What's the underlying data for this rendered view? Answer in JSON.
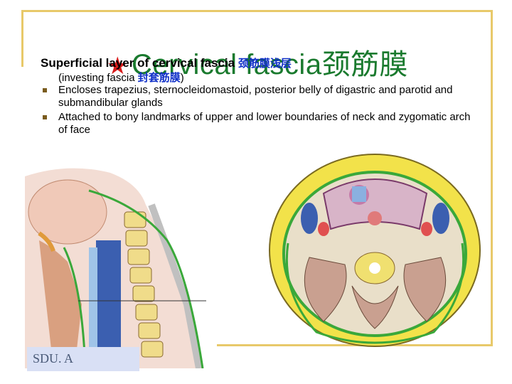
{
  "slide": {
    "title_main": "Cervical fascia",
    "title_cn": "颈筋膜",
    "star": "★",
    "subtitle_en": "Superficial layer of cervical fascia",
    "subtitle_cn": "颈筋膜浅层",
    "line2_en_open": "(investing fascia ",
    "line2_cn": "封套筋膜",
    "line2_close": ")",
    "bullets": [
      "Encloses trapezius, sternocleidomastoid, posterior belly of digastric and parotid and submandibular glands",
      "Attached to bony landmarks of upper and lower boundaries of neck and zygomatic arch of face"
    ],
    "footer": "SDU.     A"
  },
  "colors": {
    "frame": "#e8c96a",
    "title": "#1a7a2e",
    "star": "#d81b1b",
    "cn": "#1030c8",
    "fascia": "#3aa83a"
  },
  "figures": {
    "left": "sagittal-neck-illustration",
    "right": "cross-section-neck-illustration"
  }
}
